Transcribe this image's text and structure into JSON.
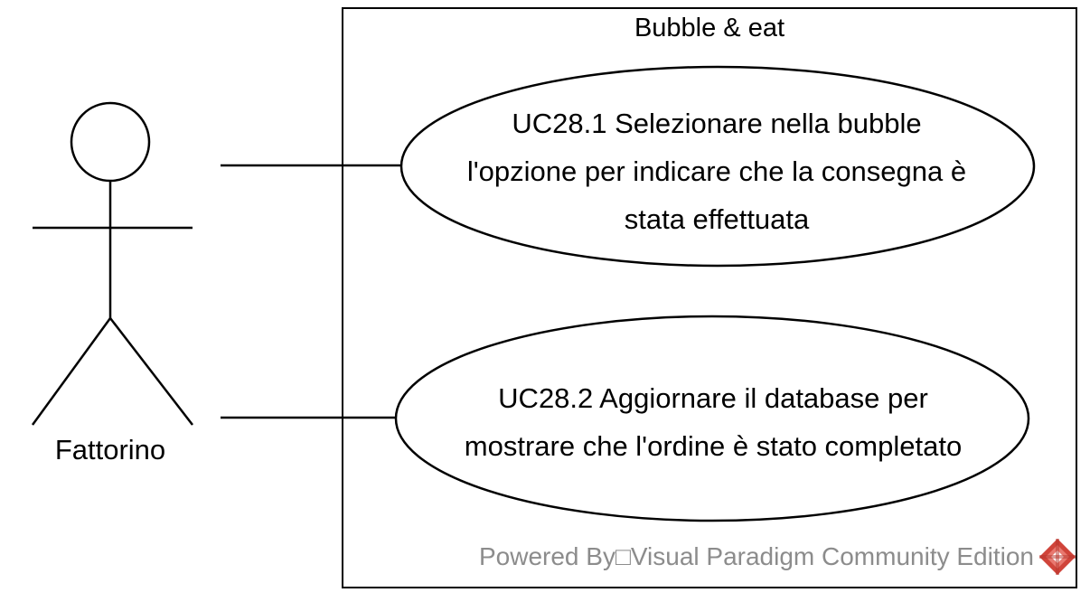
{
  "system": {
    "title": "Bubble & eat"
  },
  "actor": {
    "name": "Fattorino"
  },
  "use_cases": [
    {
      "lines": [
        "UC28.1 Selezionare nella bubble",
        "l'opzione per indicare che la consegna è",
        "stata effettuata"
      ]
    },
    {
      "lines": [
        "UC28.2 Aggiornare il database per",
        "mostrare che l'ordine è stato completato"
      ]
    }
  ],
  "footer": {
    "text": "Powered By□Visual Paradigm Community Edition"
  },
  "colors": {
    "stroke": "#000000",
    "footer_text": "#8c8c8c",
    "logo_red": "#d0443a"
  }
}
